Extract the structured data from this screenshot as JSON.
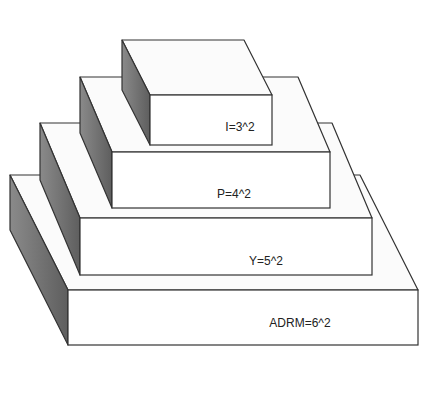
{
  "diagram": {
    "nodes": [
      {
        "text": [
          "I=3^2"
        ]
      },
      {
        "text": [
          "P=4^2"
        ]
      },
      {
        "text": [
          "Y=5^2"
        ]
      },
      {
        "text": [
          "ADRM=6^2"
        ]
      }
    ]
  }
}
